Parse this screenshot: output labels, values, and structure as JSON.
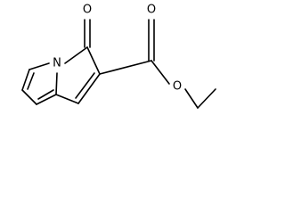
{
  "structure": {
    "atoms": {
      "n1": "N",
      "o_ketone": "O",
      "o_carbonyl": "O",
      "o_ester": "O"
    }
  }
}
